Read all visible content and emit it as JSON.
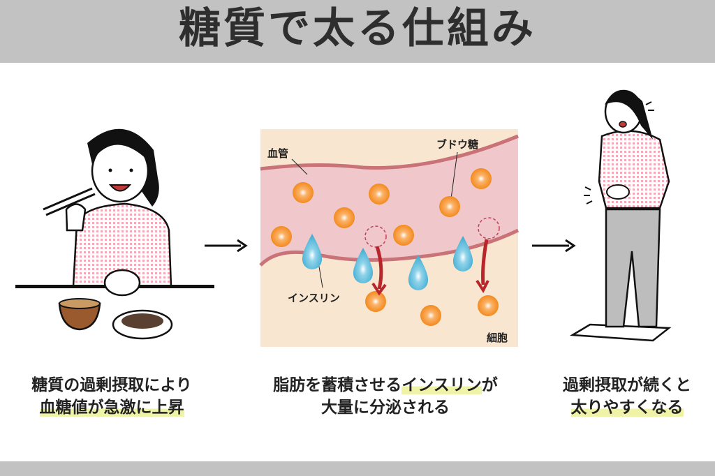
{
  "title": "糖質で太る仕組み",
  "diagram": {
    "vessel_label": "血管",
    "glucose_label": "ブドウ糖",
    "insulin_label": "インスリン",
    "cell_label": "細胞"
  },
  "captions": [
    {
      "line1": "糖質の過剰摂取により",
      "line2": "血糖値が急激に上昇"
    },
    {
      "line1_pre": "脂肪を蓄積させる",
      "line1_hl": "インスリン",
      "line1_post": "が",
      "line2": "大量に分泌される"
    },
    {
      "line1": "過剰摂取が続くと",
      "line2": "太りやすくなる"
    }
  ],
  "colors": {
    "header": "#c2c2c2",
    "vessel": "#f0c8cc",
    "vessel_wall": "#c97378",
    "cell": "#f9e6d0",
    "glucose": "#f7932e",
    "insulin": "#4fb6d6",
    "arrow": "#b8262c",
    "highlight": "#eef3a8"
  }
}
